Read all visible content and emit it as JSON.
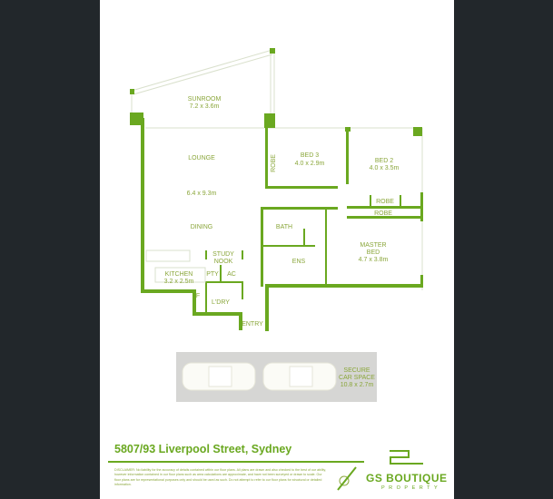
{
  "rooms": {
    "sunroom": {
      "name": "SUNROOM",
      "size": "7.2 x 3.6m"
    },
    "lounge": "LOUNGE",
    "lounge_size": "6.4 x 9.3m",
    "dining": "DINING",
    "kitchen": {
      "name": "KITCHEN",
      "size": "3.2 x 2.5m"
    },
    "study_nook": [
      "STUDY",
      "NOOK"
    ],
    "pantry": "PTY",
    "ac": "AC",
    "fridge": "F",
    "laundry": "L'DRY",
    "entry": "ENTRY",
    "robe_bed3": "ROBE",
    "bed3": {
      "name": "BED 3",
      "size": "4.0 x 2.9m"
    },
    "bed2": {
      "name": "BED 2",
      "size": "4.0 x 3.5m"
    },
    "robe_bed2": "ROBE",
    "robe_master": "ROBE",
    "bath": "BATH",
    "ensuite": "ENS",
    "master": {
      "name1": "MASTER",
      "name2": "BED",
      "size": "4.7 x 3.8m"
    },
    "car_space": [
      "SECURE",
      "CAR SPACE",
      "10.8 x 2.7m"
    ]
  },
  "footer": {
    "address": "5807/93 Liverpool Street, Sydney",
    "disclaimer": "DISCLAIMER: No liability for the accuracy of details contained within our floor plans. All plans are drawn and also checked to the best of our ability, however information contained in our floor plans such as area calculations are approximate, and have not been surveyed or drawn to scale. Our floor plans are for representational purposes only and should be used as such. Do not attempt to refer to our floor plans for structural or detailed information.",
    "brand": "GS BOUTIQUE",
    "brand_sub": "PROPERTY"
  },
  "colors": {
    "wall": "#6aa820",
    "background": "#22272b"
  }
}
